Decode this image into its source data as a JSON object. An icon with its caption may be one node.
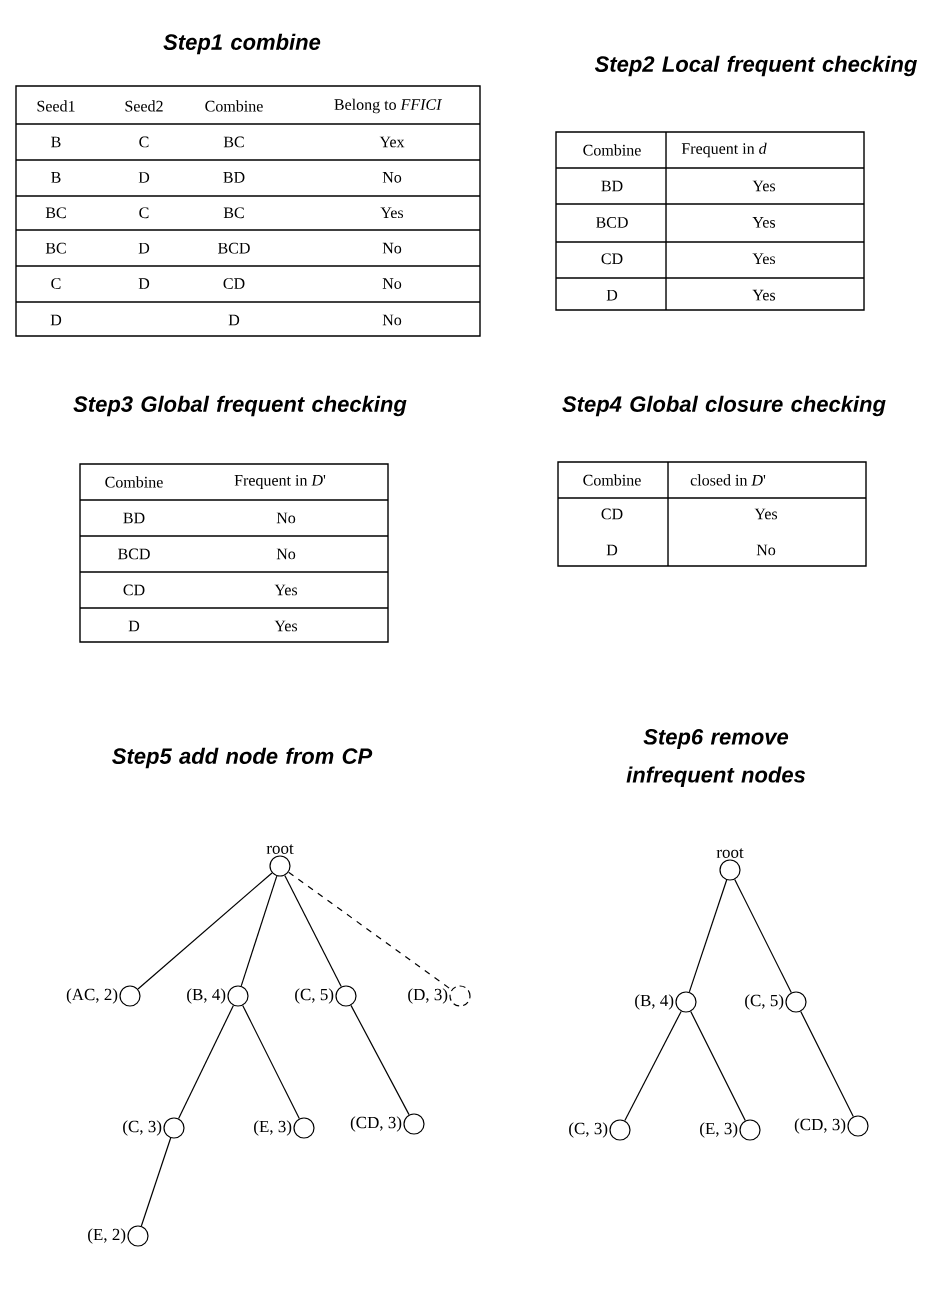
{
  "diagram": {
    "nodes": [
      {
        "text": [
          "root"
        ]
      },
      {
        "text": [
          "(AC, 2)"
        ]
      },
      {
        "text": [
          "(B, 4)"
        ]
      },
      {
        "text": [
          "(C, 5)"
        ]
      },
      {
        "text": [
          "(D, 3)"
        ]
      },
      {
        "text": [
          "(C, 3)"
        ]
      },
      {
        "text": [
          "(E, 3)"
        ]
      },
      {
        "text": [
          "(CD, 3)"
        ]
      },
      {
        "text": [
          "(E, 2)"
        ]
      },
      {
        "text": [
          "root"
        ]
      },
      {
        "text": [
          "(B, 4)"
        ]
      },
      {
        "text": [
          "(C, 5)"
        ]
      },
      {
        "text": [
          "(C, 3)"
        ]
      },
      {
        "text": [
          "(E, 3)"
        ]
      },
      {
        "text": [
          "(CD, 3)"
        ]
      }
    ],
    "edges": [
      {
        "from": 0,
        "to": 1,
        "arrow": "none"
      },
      {
        "from": 0,
        "to": 2,
        "arrow": "none"
      },
      {
        "from": 0,
        "to": 3,
        "arrow": "none"
      },
      {
        "from": 0,
        "to": 4,
        "arrow": "none",
        "style": "dashed"
      },
      {
        "from": 2,
        "to": 5,
        "arrow": "none"
      },
      {
        "from": 2,
        "to": 6,
        "arrow": "none"
      },
      {
        "from": 3,
        "to": 7,
        "arrow": "none"
      },
      {
        "from": 5,
        "to": 8,
        "arrow": "none"
      },
      {
        "from": 9,
        "to": 10,
        "arrow": "none"
      },
      {
        "from": 9,
        "to": 11,
        "arrow": "none"
      },
      {
        "from": 10,
        "to": 12,
        "arrow": "none"
      },
      {
        "from": 10,
        "to": 13,
        "arrow": "none"
      },
      {
        "from": 11,
        "to": 14,
        "arrow": "none"
      }
    ],
    "labels": [
      "Step1 combine",
      "Seed1",
      "Seed2",
      "Combine",
      "Belong to *FFICI*",
      "B",
      "C",
      "BC",
      "Yex",
      "B",
      "D",
      "BD",
      "No",
      "BC",
      "C",
      "BC",
      "Yes",
      "BC",
      "D",
      "BCD",
      "No",
      "C",
      "D",
      "CD",
      "No",
      "D",
      "D",
      "No",
      "Step2 Local frequent checking",
      "Combine",
      "Frequent in *d*",
      "BD",
      "Yes",
      "BCD",
      "Yes",
      "CD",
      "Yes",
      "D",
      "Yes",
      "Step3 Global frequent checking",
      "Combine",
      "Frequent in *D*'",
      "BD",
      "No",
      "BCD",
      "No",
      "CD",
      "Yes",
      "D",
      "Yes",
      "Step4 Global closure checking",
      "Combine",
      "closed in *D*'",
      "CD",
      "Yes",
      "D",
      "No",
      "Step5 add node from CP",
      "Step6 remove infrequent nodes"
    ]
  }
}
